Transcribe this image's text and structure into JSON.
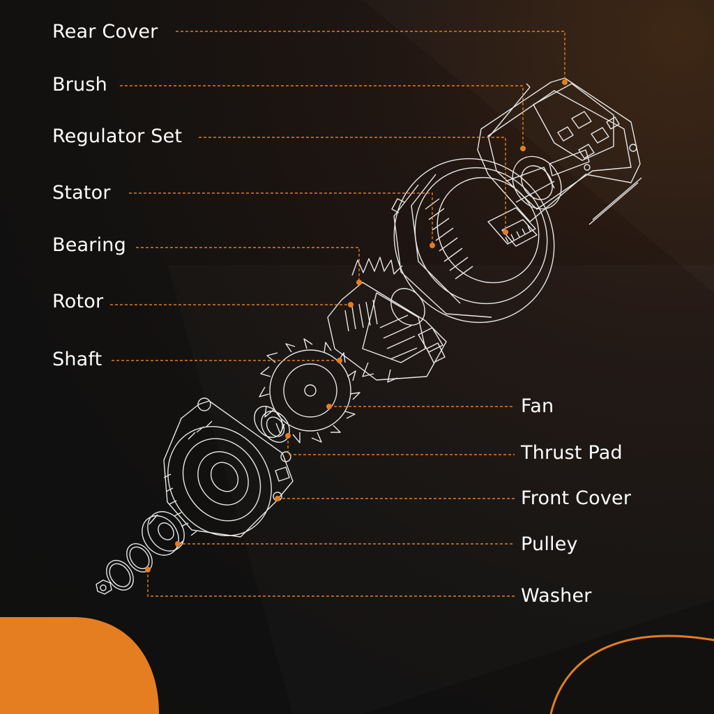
{
  "colors": {
    "accent": "#E57E20",
    "line_art": "#E8E8E8",
    "text": "#FFFFFF",
    "background": "#141312"
  },
  "labels": {
    "rear_cover": "Rear Cover",
    "brush": "Brush",
    "regulator_set": "Regulator Set",
    "stator": "Stator",
    "bearing": "Bearing",
    "rotor": "Rotor",
    "shaft": "Shaft",
    "fan": "Fan",
    "thrust_pad": "Thrust Pad",
    "front_cover": "Front Cover",
    "pulley": "Pulley",
    "washer": "Washer"
  }
}
